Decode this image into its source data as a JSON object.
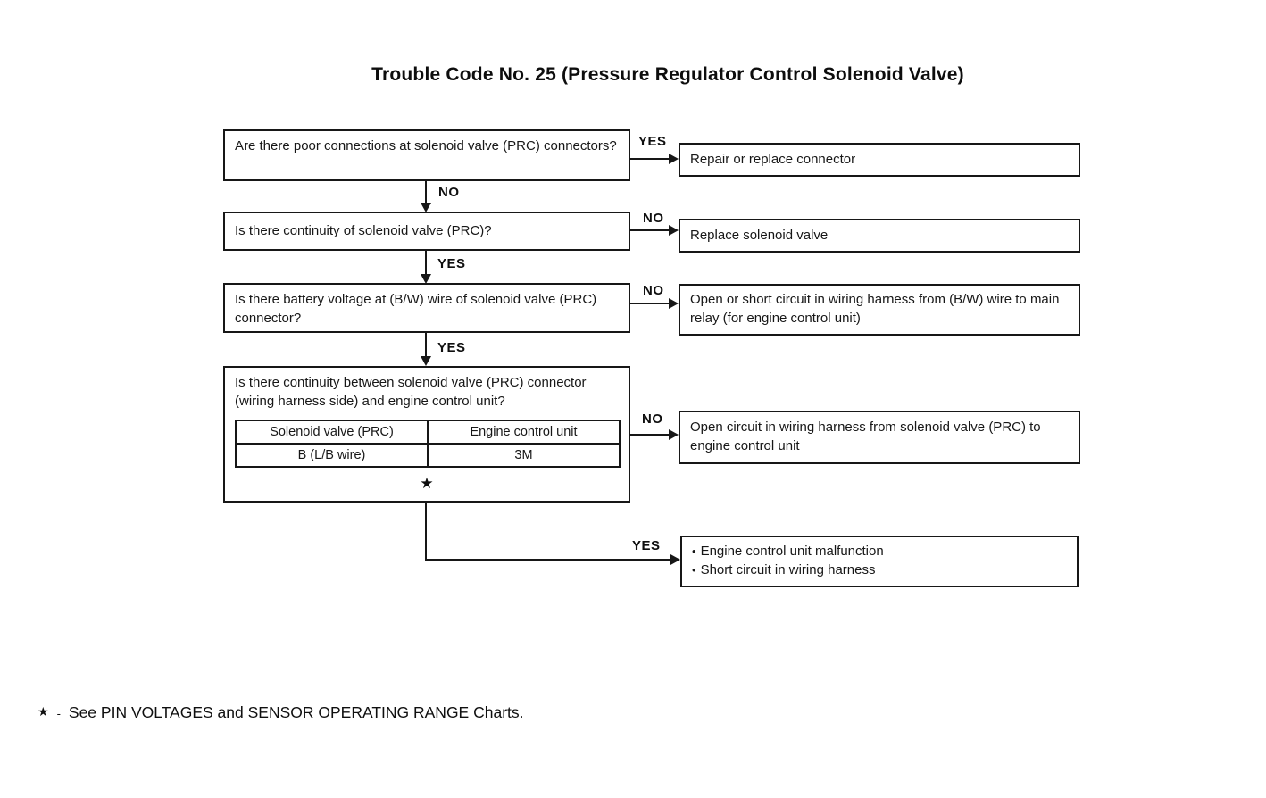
{
  "title": "Trouble Code No. 25 (Pressure Regulator Control Solenoid Valve)",
  "flow": {
    "questions": [
      {
        "text": "Are there poor connections at solenoid valve (PRC) connectors?"
      },
      {
        "text": "Is there continuity of solenoid valve (PRC)?"
      },
      {
        "text": "Is there battery voltage at (B/W) wire of solenoid valve (PRC) connector?"
      },
      {
        "text": "Is there continuity between solenoid valve (PRC) connector (wiring harness side) and engine control unit?"
      }
    ],
    "actions": [
      {
        "text": "Repair or replace connector"
      },
      {
        "text": "Replace solenoid valve"
      },
      {
        "text": "Open or short circuit in wiring harness from (B/W) wire to main relay (for engine control unit)"
      },
      {
        "text": "Open circuit in wiring harness from solenoid valve (PRC) to engine control unit"
      },
      {
        "bullet": "•",
        "items": [
          "Engine control unit malfunction",
          "Short circuit in wiring harness"
        ]
      }
    ],
    "labels": {
      "q1_yes": "YES",
      "q1_no": "NO",
      "q2_no": "NO",
      "q2_yes": "YES",
      "q3_no": "NO",
      "q3_yes": "YES",
      "q4_no": "NO",
      "q4_yes": "YES"
    },
    "table": {
      "headers": [
        "Solenoid valve (PRC)",
        "Engine control unit"
      ],
      "rows": [
        [
          "B (L/B wire)",
          "3M"
        ]
      ]
    },
    "star": "★"
  },
  "footnote": {
    "star": "★",
    "separator": "-",
    "text": "See PIN VOLTAGES and SENSOR OPERATING RANGE Charts."
  }
}
